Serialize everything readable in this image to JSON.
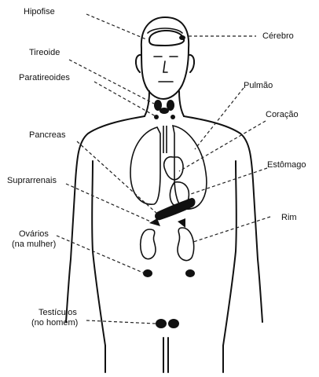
{
  "labels": {
    "hipofise": "Hipofise",
    "cerebro": "Cérebro",
    "tireoide": "Tireoide",
    "paratireoides": "Paratireoides",
    "pulmao": "Pulmão",
    "coracao": "Coração",
    "pancreas": "Pancreas",
    "estomago": "Estômago",
    "suprarrenais": "Suprarrenais",
    "rim": "Rim",
    "ovarios": "Ovários",
    "ovarios_note": "(na mulher)",
    "testiculos": "Testículos",
    "testiculos_note": "(no homem)"
  }
}
